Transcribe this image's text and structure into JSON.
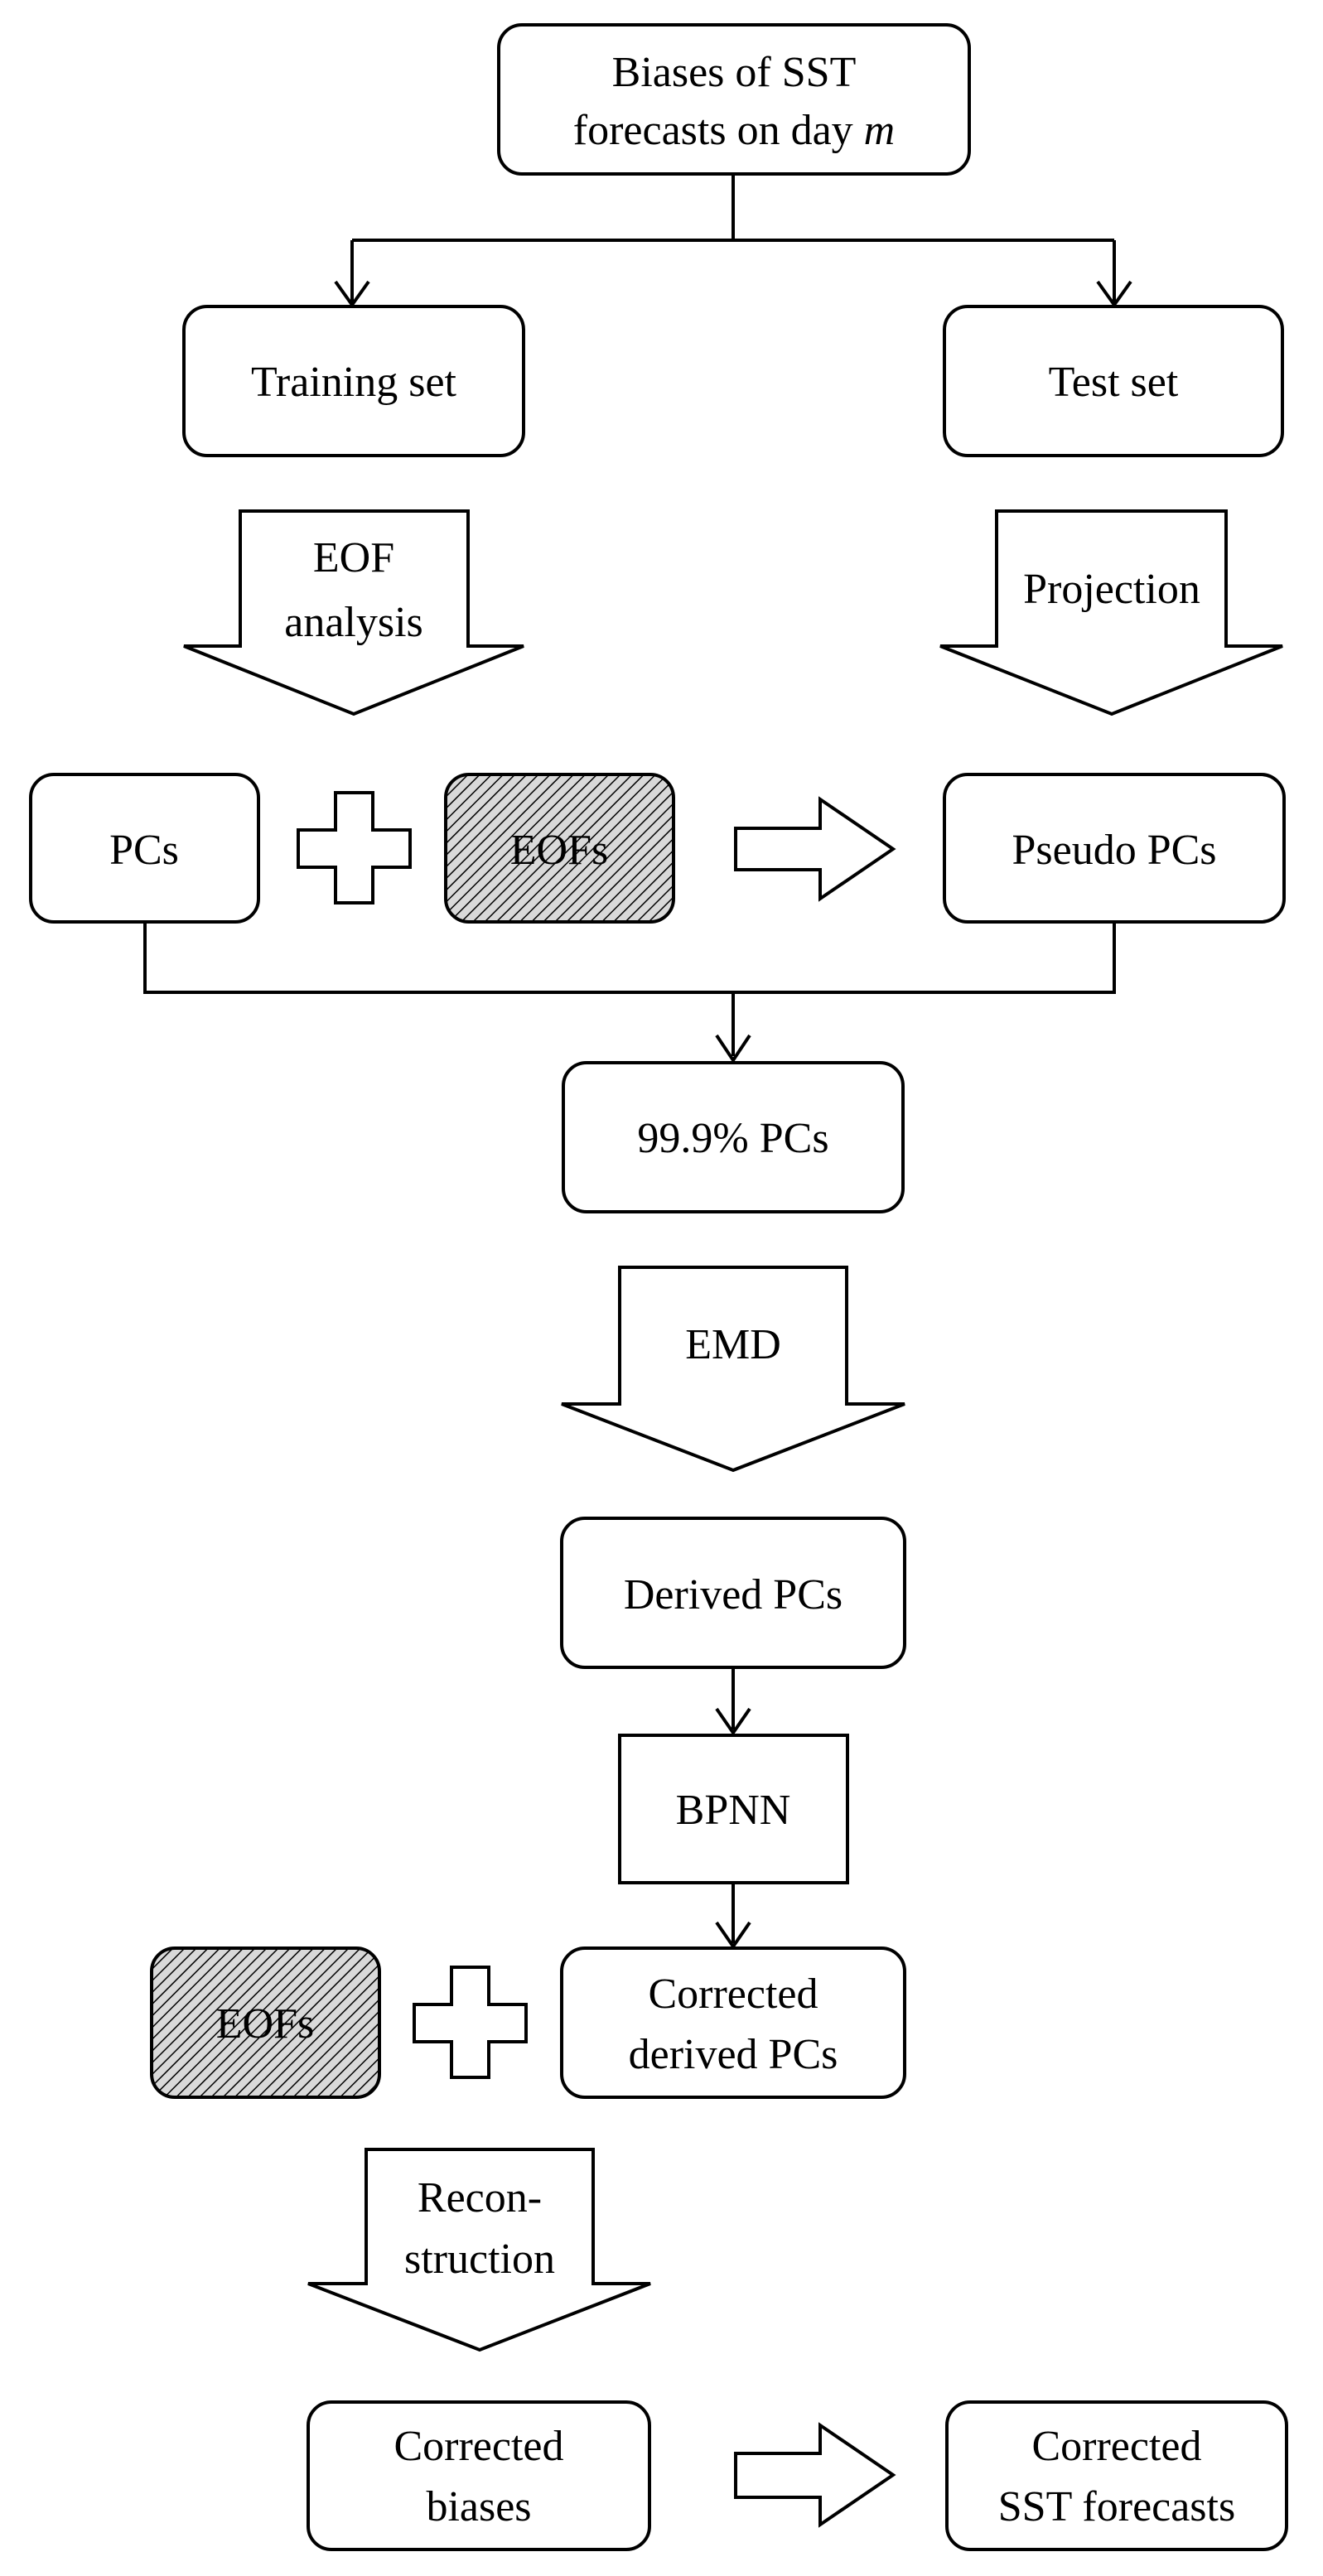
{
  "nodes": {
    "biases": {
      "line1": "Biases of SST",
      "line2_prefix": "forecasts on day ",
      "line2_var": "m"
    },
    "training_set": {
      "label": "Training set"
    },
    "test_set": {
      "label": "Test set"
    },
    "pcs": {
      "label": "PCs"
    },
    "eofs_top": {
      "label": "EOFs"
    },
    "pseudo_pcs": {
      "label": "Pseudo PCs"
    },
    "pcs_999": {
      "label": "99.9% PCs"
    },
    "derived_pcs": {
      "label": "Derived PCs"
    },
    "bpnn": {
      "label": "BPNN"
    },
    "eofs_bottom": {
      "label": "EOFs"
    },
    "corrected_derived": {
      "line1": "Corrected",
      "line2": "derived PCs"
    },
    "corrected_biases": {
      "line1": "Corrected",
      "line2": "biases"
    },
    "corrected_sst": {
      "line1": "Corrected",
      "line2": "SST forecasts"
    }
  },
  "operations": {
    "eof_analysis": {
      "line1": "EOF",
      "line2": "analysis"
    },
    "projection": {
      "label": "Projection"
    },
    "emd": {
      "label": "EMD"
    },
    "reconstruction": {
      "line1": "Recon-",
      "line2": "struction"
    }
  },
  "colors": {
    "stroke": "#000000",
    "background": "#ffffff",
    "hatch": "#000000"
  }
}
